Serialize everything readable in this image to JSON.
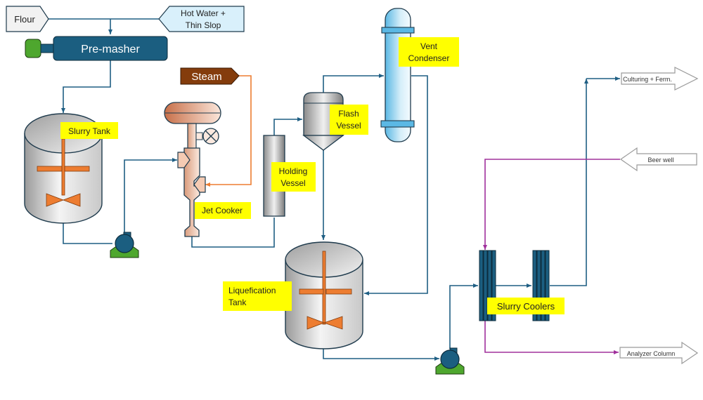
{
  "title": "Dry-grind ethanol liquefaction process flow",
  "streams": {
    "flour": "Flour",
    "hot_water_line1": "Hot Water +",
    "hot_water_line2": "Thin Slop",
    "steam": "Steam",
    "culturing": "Culturing + Ferm.",
    "beer_well": "Beer well",
    "analyzer": "Analyzer Column"
  },
  "equipment": {
    "premasher": "Pre-masher",
    "slurry_tank": "Slurry Tank",
    "jet_cooker": "Jet Cooker",
    "holding_vessel_line1": "Holding",
    "holding_vessel_line2": "Vessel",
    "flash_vessel_line1": "Flash",
    "flash_vessel_line2": "Vessel",
    "vent_condenser_line1": "Vent",
    "vent_condenser_line2": "Condenser",
    "liquefication_tank_line1": "Liquefication",
    "liquefication_tank_line2": "Tank",
    "slurry_coolers": "Slurry Coolers"
  },
  "colors": {
    "process_line": "#1f5f84",
    "steam_line": "#ed7d31",
    "beer_line": "#a0309c",
    "label_bg": "#ffff00",
    "premasher_fill": "#1b5e80",
    "motor_fill": "#4ea72e",
    "steam_fill": "#843c0c",
    "water_fill": "#d9f0fb",
    "impeller": "#ed7d31"
  }
}
